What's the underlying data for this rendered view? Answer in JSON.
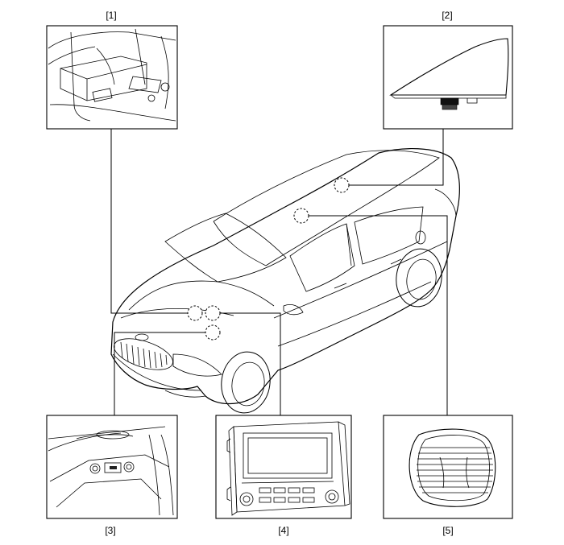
{
  "callouts": {
    "c1": "[1]",
    "c2": "[2]",
    "c3": "[3]",
    "c4": "[4]",
    "c5": "[5]"
  },
  "components": {
    "c1": "control-unit-under-dash",
    "c2": "shark-fin-antenna",
    "c3": "usb-aux-jack",
    "c4": "head-unit",
    "c5": "speaker"
  }
}
